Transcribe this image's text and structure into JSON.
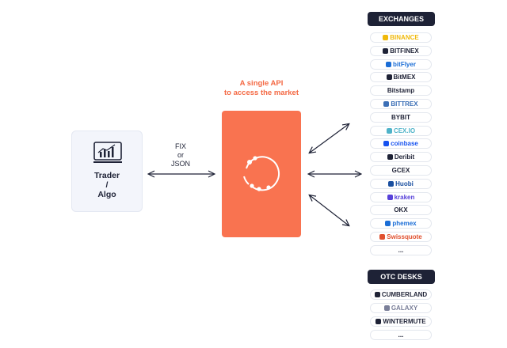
{
  "trader": {
    "label_line1": "Trader",
    "label_line2": "/",
    "label_line3": "Algo"
  },
  "protocol": {
    "line1": "FIX",
    "line2": "or",
    "line3": "JSON"
  },
  "api": {
    "title_line1": "A single API",
    "title_line2": "to access the market"
  },
  "exchanges": {
    "header": "EXCHANGES",
    "items": [
      {
        "label": "BINANCE",
        "color": "#f0b90b",
        "icon": "binance-icon"
      },
      {
        "label": "BITFINEX",
        "color": "#1e2236",
        "icon": "bitfinex-leaf-icon"
      },
      {
        "label": "bitFlyer",
        "color": "#1a6dd6",
        "icon": "bitflyer-icon"
      },
      {
        "label": "BitMEX",
        "color": "#1e2236",
        "icon": "bitmex-icon"
      },
      {
        "label": "Bitstamp",
        "color": "#1e2236",
        "icon": ""
      },
      {
        "label": "BITTREX",
        "color": "#3b6fb6",
        "icon": "bittrex-icon"
      },
      {
        "label": "BYBIT",
        "color": "#1e2236",
        "icon": ""
      },
      {
        "label": "CEX.IO",
        "color": "#4fb3c9",
        "icon": "cexio-icon"
      },
      {
        "label": "coinbase",
        "color": "#1652f0",
        "icon": "coinbase-icon"
      },
      {
        "label": "Deribit",
        "color": "#1e2236",
        "icon": "deribit-icon"
      },
      {
        "label": "GCEX",
        "color": "#1e2236",
        "icon": ""
      },
      {
        "label": "Huobi",
        "color": "#1a4fa0",
        "icon": "huobi-flame-icon"
      },
      {
        "label": "kraken",
        "color": "#5741d9",
        "icon": "kraken-icon"
      },
      {
        "label": "OKX",
        "color": "#1e2236",
        "icon": ""
      },
      {
        "label": "phemex",
        "color": "#1a6dd6",
        "icon": "phemex-icon"
      },
      {
        "label": "Swissquote",
        "color": "#e0502f",
        "icon": "swissquote-icon"
      },
      {
        "label": "...",
        "color": "#1e2236",
        "icon": ""
      }
    ]
  },
  "otc": {
    "header": "OTC DESKS",
    "items": [
      {
        "label": "CUMBERLAND",
        "color": "#1e2236",
        "icon": "cumberland-icon"
      },
      {
        "label": "GALAXY",
        "color": "#7a7f99",
        "icon": "galaxy-icon"
      },
      {
        "label": "WINTERMUTE",
        "color": "#1e2236",
        "icon": "wintermute-icon"
      },
      {
        "label": "...",
        "color": "#1e2236",
        "icon": ""
      }
    ]
  },
  "colors": {
    "accent": "#f97350",
    "dark": "#1e2236",
    "accent_text": "#f46a45"
  }
}
